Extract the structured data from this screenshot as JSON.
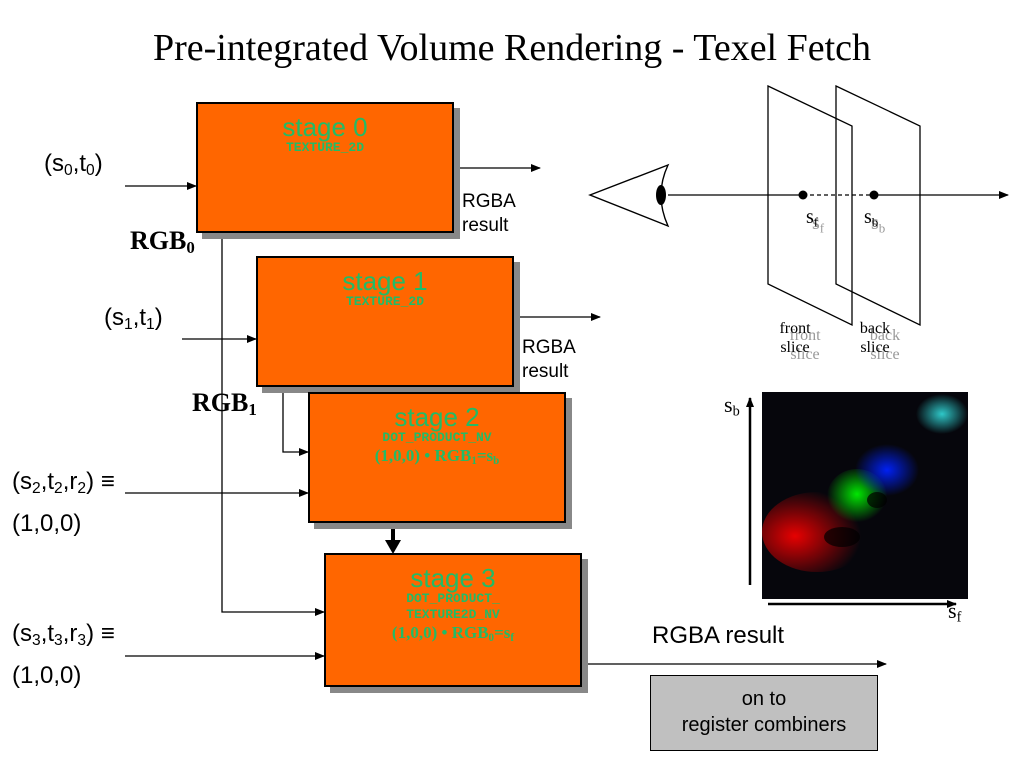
{
  "title": "Pre-integrated Volume Rendering - Texel Fetch",
  "stages": [
    {
      "name": "stage 0",
      "type": "TEXTURE_2D",
      "op": ""
    },
    {
      "name": "stage 1",
      "type": "TEXTURE_2D",
      "op": ""
    },
    {
      "name": "stage 2",
      "type": "DOT_PRODUCT_NV",
      "op": "(1,0,0) • RGB"
    },
    {
      "name": "stage 3",
      "type_line1": "DOT_PRODUCT_",
      "type_line2": "TEXTURE2D_NV",
      "op": "(1,0,0) • RGB"
    }
  ],
  "inputs": {
    "in0_base": "(s",
    "in0_sub_s": "0",
    "in0_mid": ",t",
    "in0_sub_t": "0",
    "in0_end": ")",
    "in1_base": "(s",
    "in1_sub_s": "1",
    "in1_mid": ",t",
    "in1_sub_t": "1",
    "in1_end": ")",
    "in2_base": "(s",
    "in2_sub_s": "2",
    "in2_mid": ",t",
    "in2_sub_t": "2",
    "in2_mid2": ",r",
    "in2_sub_r": "2",
    "in2_end": ") ≡",
    "in2_line2": "(1,0,0)",
    "in3_base": "(s",
    "in3_sub_s": "3",
    "in3_mid": ",t",
    "in3_sub_t": "3",
    "in3_mid2": ",r",
    "in3_sub_r": "3",
    "in3_end": ") ≡",
    "in3_line2": "(1,0,0)"
  },
  "rgb_labels": {
    "rgb": "RGB",
    "sub0": "0",
    "sub1": "1",
    "eq2": "=s",
    "eq2_sub": "b",
    "eq3": "=s",
    "eq3_sub": "f",
    "sub_1": "1",
    "sub_0": "0"
  },
  "results": {
    "rgba": "RGBA",
    "result": "result",
    "rgba_result": "RGBA result"
  },
  "register": {
    "line1": "on to",
    "line2": "register combiners"
  },
  "slices": {
    "sf_s": "s",
    "sf_sub": "f",
    "sb_s": "s",
    "sb_sub": "b",
    "front": "front",
    "back": "back",
    "slice": "slice"
  },
  "lut_axes": {
    "y_s": "s",
    "y_sub": "b",
    "x_s": "s",
    "x_sub": "f"
  },
  "colors": {
    "stage_fill": "#ff6600",
    "stage_text": "#22bb66",
    "register_fill": "#c0c0c0"
  }
}
